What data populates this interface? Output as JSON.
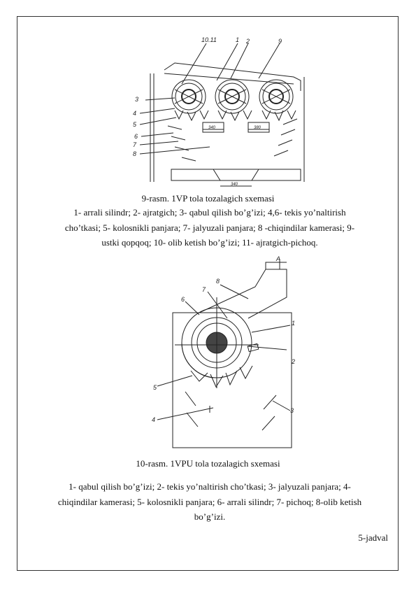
{
  "figure1": {
    "caption": "9-rasm. 1VP tola tozalagich sxemasi",
    "legend": "1- arrali silindr; 2- ajratgich; 3- qabul qilish bo’g’izi; 4,6- tekis yo’naltirish cho’tkasi; 5- kolosnikli panjara; 7- jalyuzali panjara; 8 -chiqindilar kamerasi; 9- ustki qopqoq; 10- olib ketish bo’g’izi; 11- ajratgich-pichoq.",
    "callouts": {
      "top_a": "10.11",
      "top_b": "1",
      "top_c": "2",
      "top_d": "9",
      "left_3": "3",
      "left_4": "4",
      "left_5": "5",
      "left_6": "6",
      "left_7": "7",
      "left_8": "8",
      "dim_a": "340",
      "dim_b": "380",
      "dim_bottom": "340"
    }
  },
  "figure2": {
    "caption": "10-rasm. 1VPU tola tozalagich sxemasi",
    "legend": "1- qabul qilish bo’g’izi; 2- tekis yo’naltirish cho’tkasi; 3- jalyuzali panjara;  4- chiqindilar kamerasi; 5- kolosnikli panjara; 6- arrali silindr; 7- pichoq;  8-olib ketish bo’g’izi.",
    "callouts": {
      "a": "A",
      "n8": "8",
      "n7": "7",
      "n6": "6",
      "n1": "1",
      "n2": "2",
      "n5": "5",
      "n4": "4",
      "n3": "3"
    }
  },
  "table_label": "5-jadval"
}
